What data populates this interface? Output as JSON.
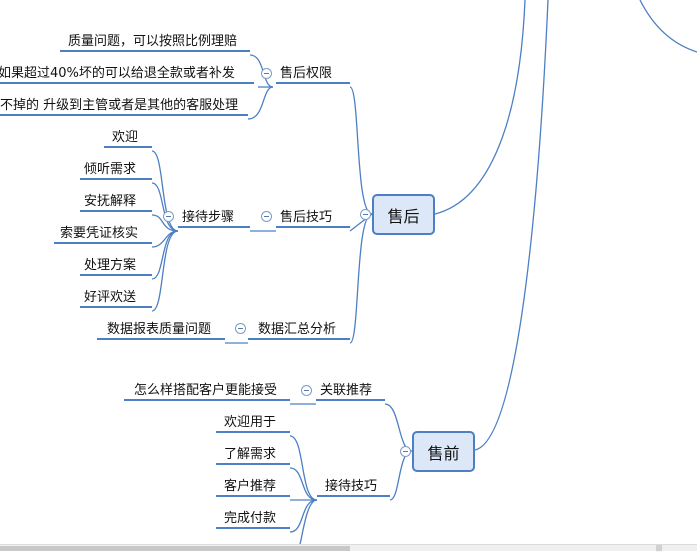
{
  "mindmap": {
    "after_sales": {
      "label": "售后",
      "rights": {
        "label": "售后权限",
        "items": [
          "质量问题，可以按照比例理赔",
          "如果超过40%坏的可以给退全款或者补发",
          "不掉的 升级到主管或者是其他的客服处理"
        ]
      },
      "skills": {
        "label": "售后技巧",
        "reception_steps": {
          "label": "接待步骤",
          "items": [
            "欢迎",
            "倾听需求",
            "安抚解释",
            "索要凭证核实",
            "处理方案",
            "好评欢送"
          ]
        }
      },
      "data_summary": {
        "label": "数据汇总分析",
        "items": [
          "数据报表质量问题"
        ]
      }
    },
    "pre_sales": {
      "label": "售前",
      "related": {
        "label": "关联推荐",
        "items": [
          "怎么样搭配客户更能接受"
        ]
      },
      "reception_skills": {
        "label": "接待技巧",
        "items": [
          "欢迎用于",
          "了解需求",
          "客户推荐",
          "完成付款"
        ]
      }
    }
  },
  "colors": {
    "line": "#4d7fc4",
    "main_fill": "#dce8f7"
  },
  "statusbar": {
    "grip": "|||"
  }
}
